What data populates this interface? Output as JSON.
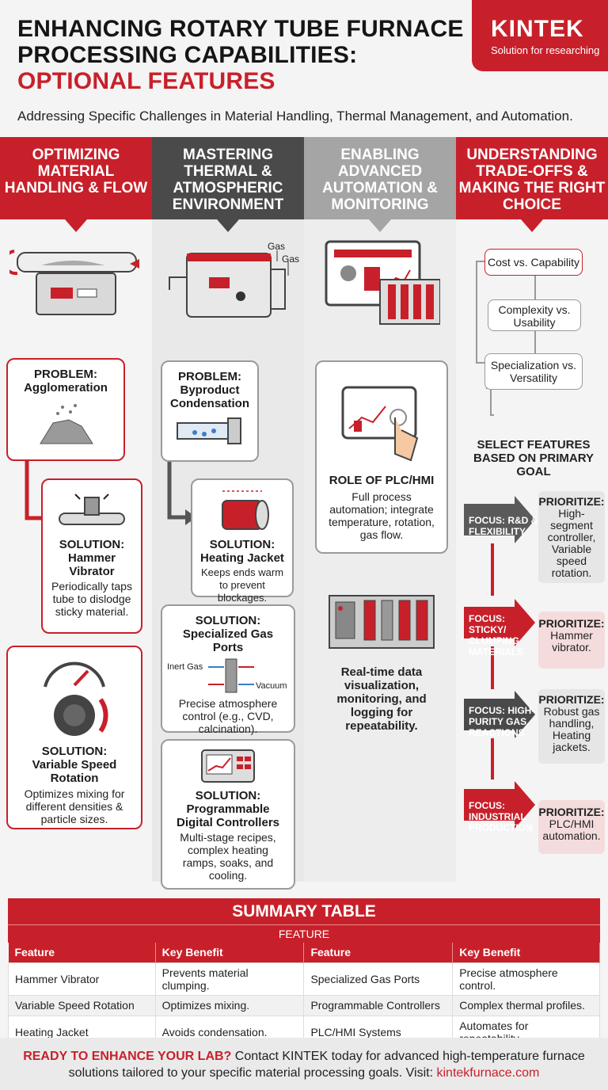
{
  "header": {
    "title_line1": "ENHANCING ROTARY TUBE FURNACE",
    "title_line2": "PROCESSING CAPABILITIES:",
    "title_line3": "OPTIONAL FEATURES",
    "subtitle": "Addressing Specific Challenges in Material Handling, Thermal Management, and Automation."
  },
  "logo": {
    "name": "KINTEK",
    "tagline": "Solution for researching"
  },
  "columns": [
    {
      "heading": "OPTIMIZING MATERIAL HANDLING & FLOW"
    },
    {
      "heading": "MASTERING THERMAL & ATMOSPHERIC ENVIRONMENT"
    },
    {
      "heading": "ENABLING ADVANCED AUTOMATION & MONITORING"
    },
    {
      "heading": "UNDERSTANDING TRADE-OFFS & MAKING THE RIGHT CHOICE"
    }
  ],
  "col1": {
    "problem_label": "PROBLEM:",
    "problem": "Agglomeration",
    "sol1_label": "SOLUTION:",
    "sol1_name": "Hammer Vibrator",
    "sol1_desc": "Periodically taps tube to dislodge sticky material.",
    "sol2_label": "SOLUTION:",
    "sol2_name": "Variable Speed Rotation",
    "sol2_desc": "Optimizes mixing for different densities & particle sizes."
  },
  "col2": {
    "gas1": "Gas",
    "gas2": "Gas",
    "problem_label": "PROBLEM:",
    "problem": "Byproduct Condensation",
    "sol1_label": "SOLUTION:",
    "sol1_name": "Heating Jacket",
    "sol1_desc": "Keeps ends warm to prevent blockages.",
    "sol2_title": "SOLUTION: Specialized Gas Ports",
    "inert": "Inert Gas",
    "vacuum": "Vacuum",
    "sol2_desc": "Precise atmosphere control (e.g., CVD, calcination).",
    "sol3_label": "SOLUTION:",
    "sol3_name": "Programmable Digital Controllers",
    "sol3_desc": "Multi-stage recipes, complex heating ramps, soaks, and cooling."
  },
  "col3": {
    "role_title": "ROLE OF PLC/HMI",
    "role_desc": "Full process automation; integrate temperature, rotation, gas flow.",
    "data_desc": "Real-time data visualization, monitoring, and logging for repeatability."
  },
  "col4": {
    "flow": [
      "Cost vs. Capability",
      "Complexity vs. Usability",
      "Specialization vs. Versatility"
    ],
    "select": "SELECT FEATURES BASED ON PRIMARY GOAL",
    "focus": [
      {
        "focus": "FOCUS: R&D & FLEXIBILITY",
        "prioritize": "PRIORITIZE:",
        "items": "High-segment controller, Variable speed rotation.",
        "color": "#5a5a5a"
      },
      {
        "focus": "FOCUS: STICKY/ CLUMPING MATERIALS",
        "prioritize": "PRIORITIZE:",
        "items": "Hammer vibrator.",
        "color": "#c8202a"
      },
      {
        "focus": "FOCUS: HIGH-PURITY GAS REACTIONS",
        "prioritize": "PRIORITIZE:",
        "items": "Robust gas handling, Heating jackets.",
        "color": "#4a4a4a"
      },
      {
        "focus": "FOCUS: INDUSTRIAL PRODUCTION",
        "prioritize": "PRIORITIZE:",
        "items": "PLC/HMI automation.",
        "color": "#c8202a"
      }
    ]
  },
  "summary": {
    "title": "SUMMARY TABLE",
    "subheader": "FEATURE",
    "columns": [
      "Feature",
      "Key Benefit",
      "Feature",
      "Key Benefit"
    ],
    "rows": [
      [
        "Hammer Vibrator",
        "Prevents material clumping.",
        "Specialized Gas Ports",
        "Precise atmosphere control."
      ],
      [
        "Variable Speed Rotation",
        "Optimizes mixing.",
        "Programmable Controllers",
        "Complex thermal profiles."
      ],
      [
        "Heating Jacket",
        "Avoids condensation.",
        "PLC/HMI Systems",
        "Automates for repeatability."
      ]
    ]
  },
  "footer": {
    "cta": "READY TO ENHANCE YOUR LAB?",
    "text": " Contact KINTEK today for advanced high-temperature furnace solutions tailored to your specific material processing goals. Visit: ",
    "url": "kintekfurnace.com"
  },
  "colors": {
    "accent": "#c8202a",
    "dark": "#4a4a4a",
    "grey": "#a5a5a5"
  }
}
